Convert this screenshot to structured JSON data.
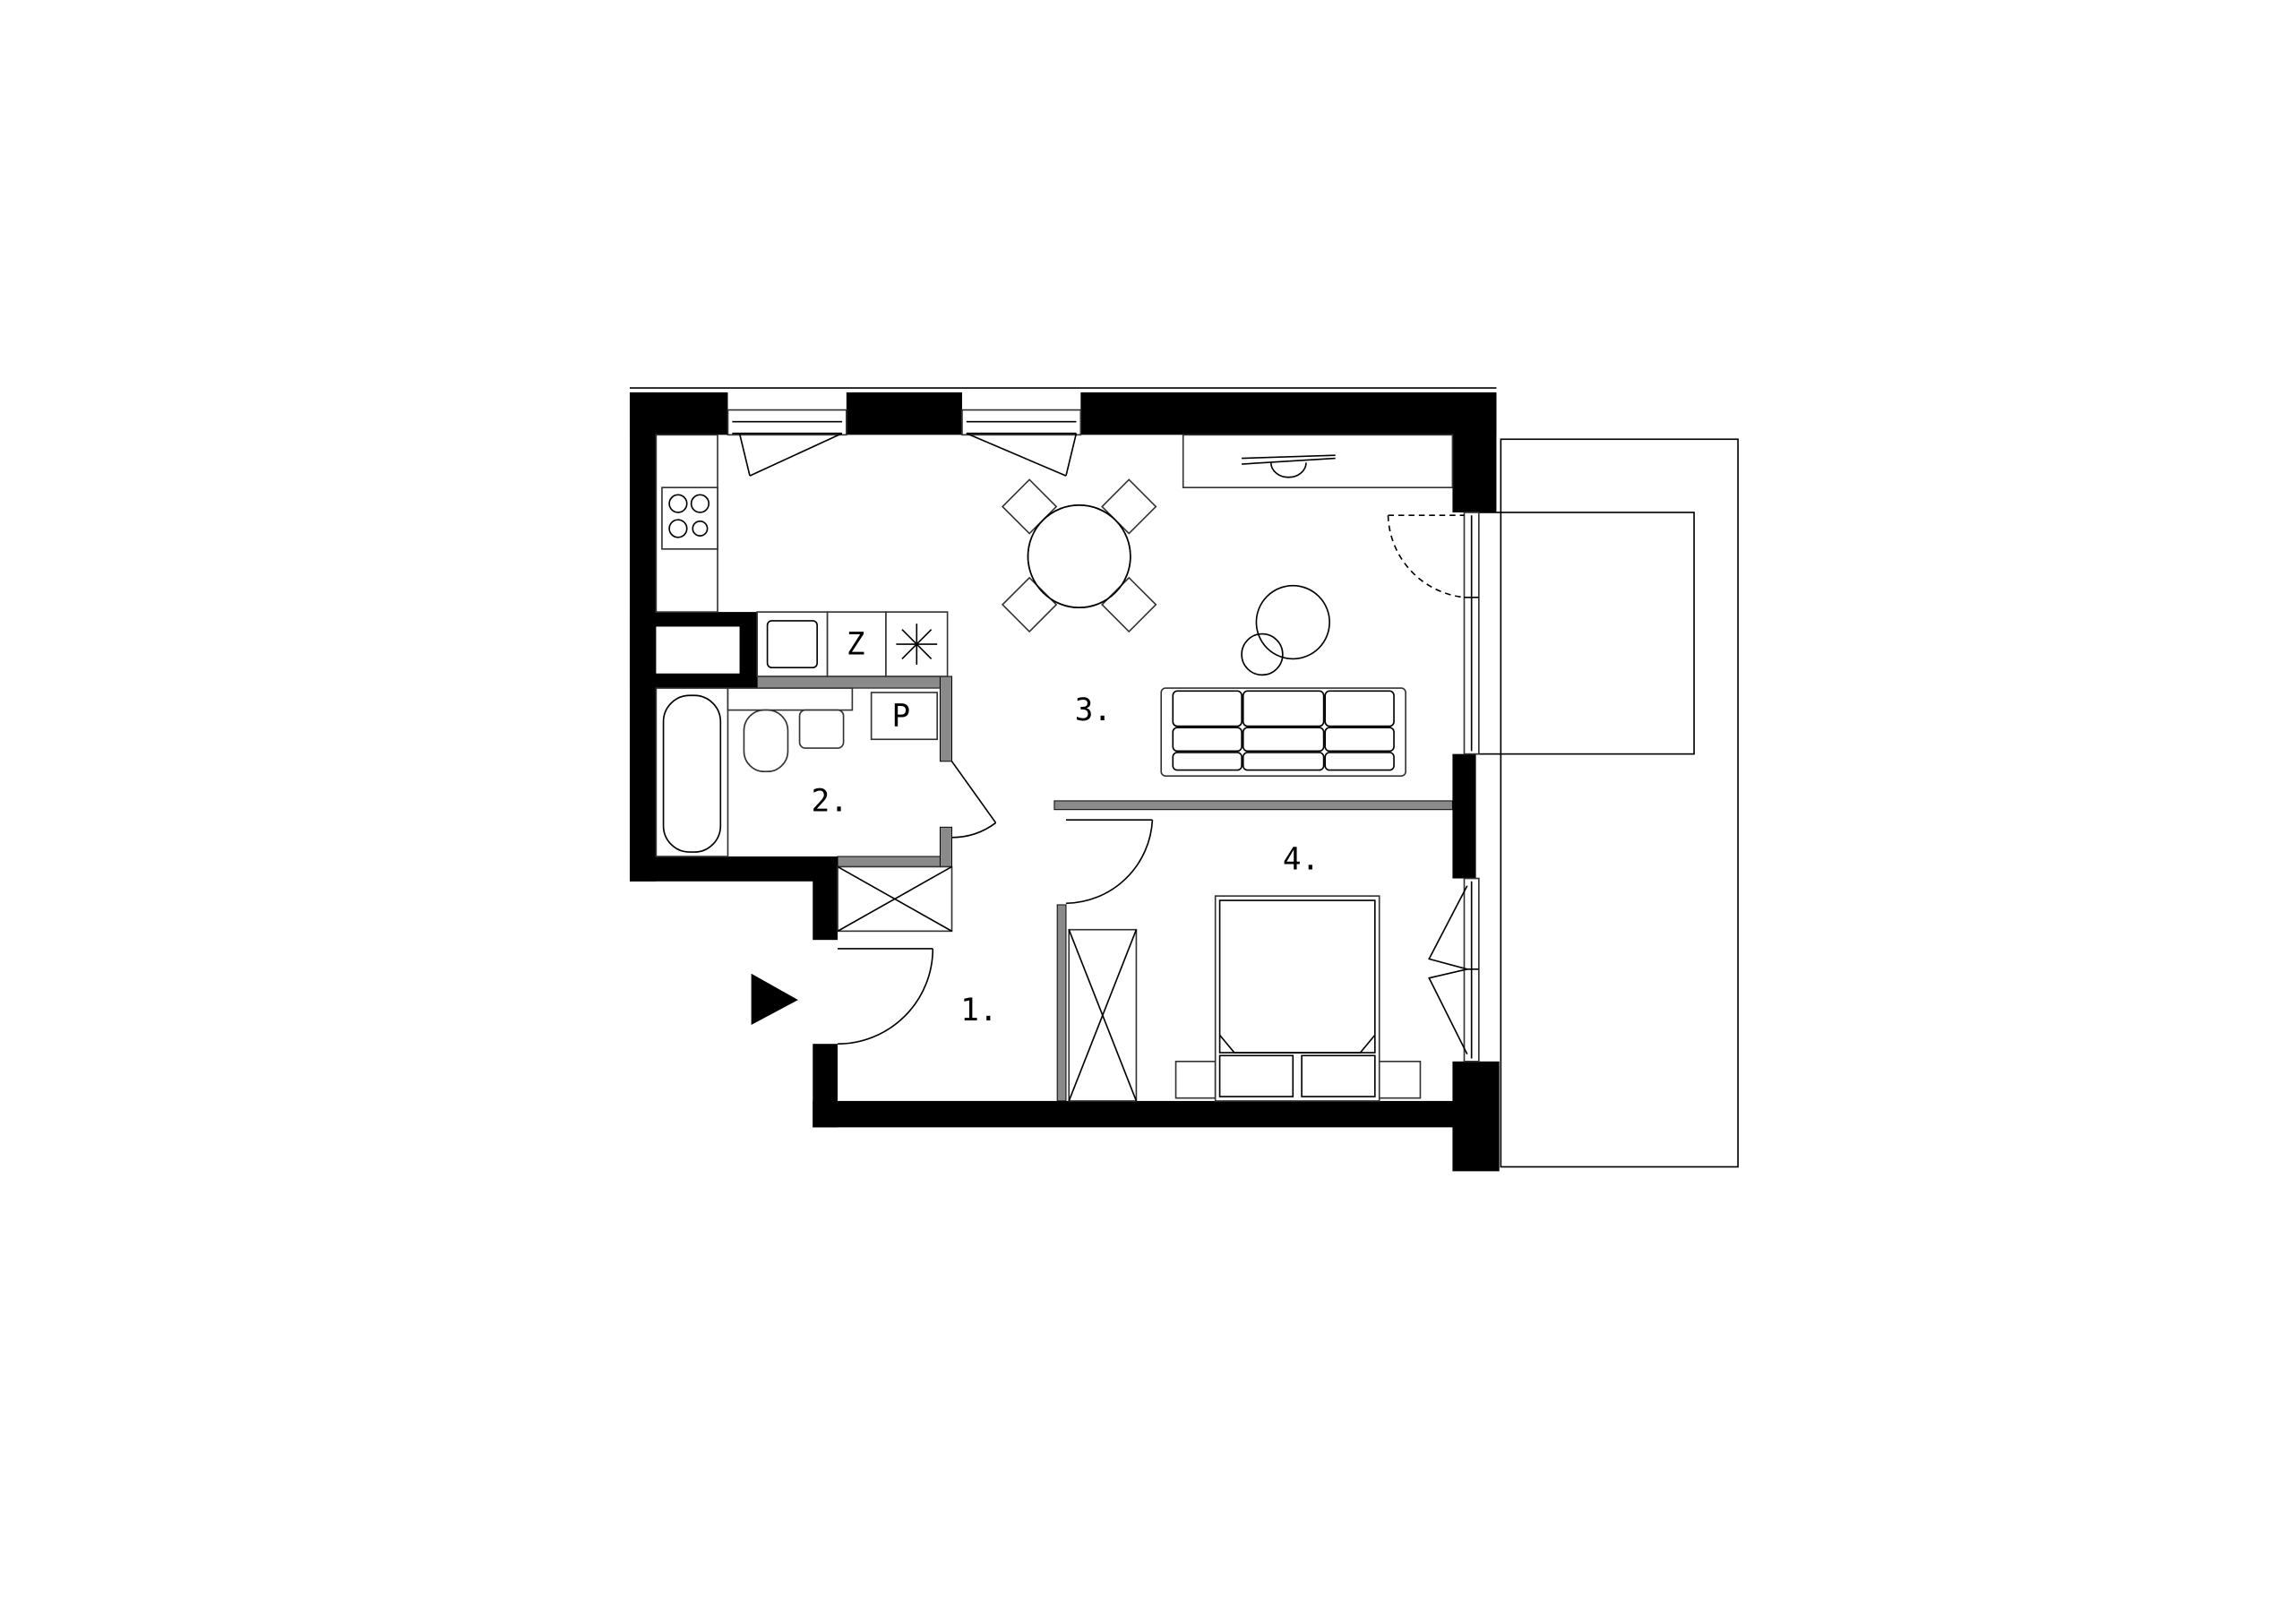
{
  "rooms": [
    {
      "number": "1."
    },
    {
      "number": "2."
    },
    {
      "number": "3."
    },
    {
      "number": "4."
    }
  ],
  "fixtures": {
    "fridge_mark": "Z",
    "washer_mark": "P"
  },
  "colors": {
    "wall": "#000000",
    "partition": "#8a8a8a",
    "background": "#ffffff"
  }
}
